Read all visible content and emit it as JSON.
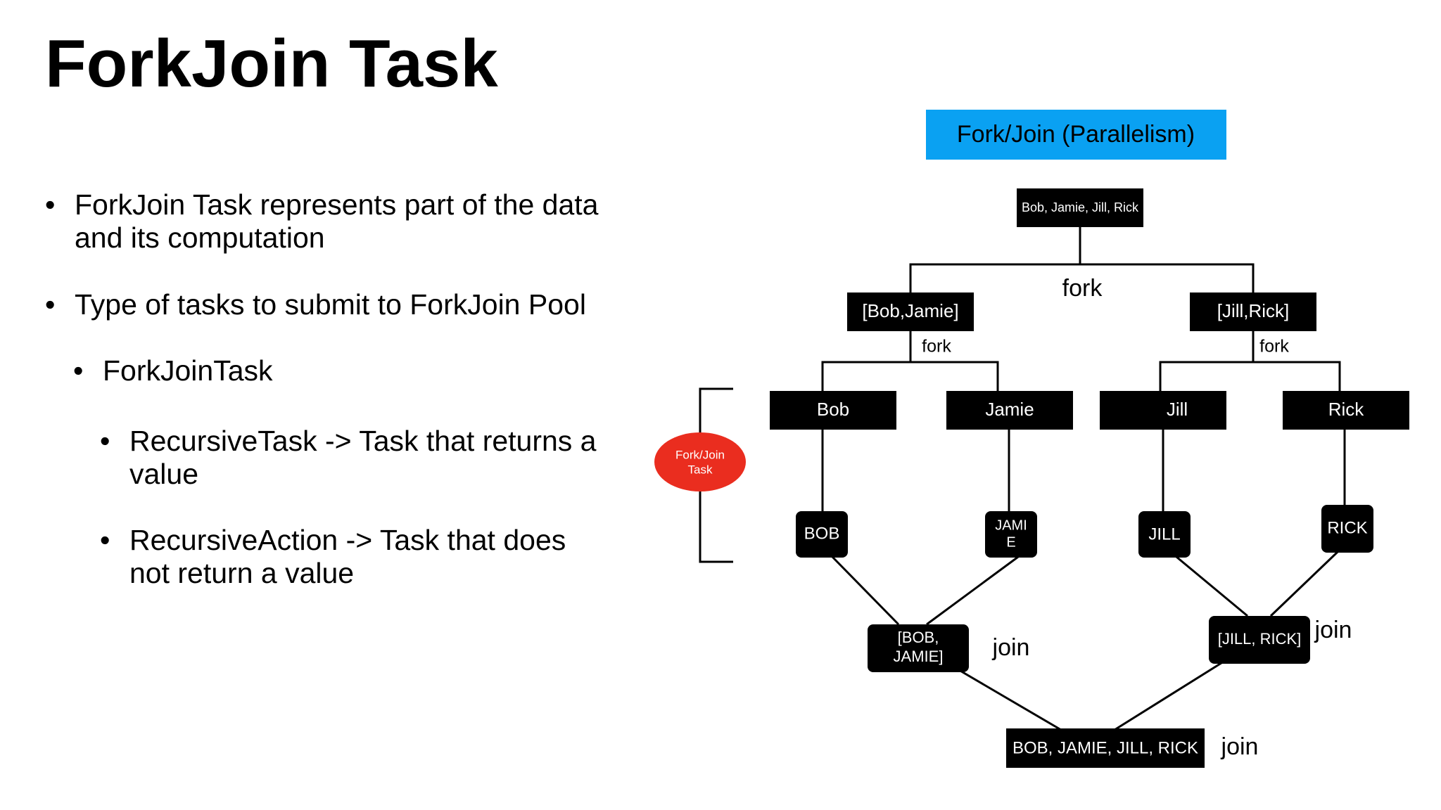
{
  "slide": {
    "title": "ForkJoin Task",
    "bullets": [
      {
        "level": 1,
        "lines": [
          "ForkJoin Task represents part of the data",
          "and its computation"
        ]
      },
      {
        "level": 1,
        "lines": [
          "Type of tasks to submit to ForkJoin Pool"
        ]
      },
      {
        "level": 2,
        "lines": [
          "ForkJoinTask"
        ]
      },
      {
        "level": 3,
        "lines": [
          "RecursiveTask -> Task that returns a",
          "value"
        ]
      },
      {
        "level": 3,
        "lines": [
          "RecursiveAction -> Task that does",
          "not return a value"
        ]
      }
    ],
    "bullet_glyph": "•"
  },
  "diagram": {
    "header": "Fork/Join (Parallelism)",
    "root": "Bob, Jamie, Jill, Rick",
    "fork_labels": {
      "top": "fork",
      "left": "fork",
      "right": "fork"
    },
    "level1": {
      "left": "[Bob,Jamie]",
      "right": "[Jill,Rick]"
    },
    "level2": {
      "bob": "Bob",
      "jamie": "Jamie",
      "jill": "Jill",
      "rick": "Rick"
    },
    "upper": {
      "bob": "BOB",
      "jamie_line1": "JAMI",
      "jamie_line2": "E",
      "jill": "JILL",
      "rick": "RICK"
    },
    "joined_pairs": {
      "left_line1": "[BOB,",
      "left_line2": "JAMIE]",
      "right": "[JILL, RICK]"
    },
    "final": "BOB, JAMIE, JILL, RICK",
    "join_labels": {
      "left": "join",
      "right": "join",
      "final": "join"
    },
    "task_oval": {
      "line1": "Fork/Join",
      "line2": "Task"
    },
    "colors": {
      "header": "#0aa1f2",
      "oval": "#ea2d1f",
      "box": "#000000"
    }
  }
}
